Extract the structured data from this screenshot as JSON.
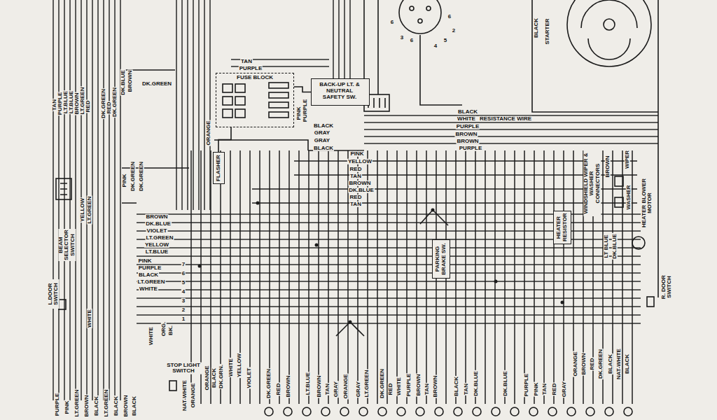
{
  "diagram": {
    "nodes": [
      {
        "text": [
          "FUSE BLOCK"
        ]
      },
      {
        "text": [
          "FLASHER"
        ]
      },
      {
        "text": [
          "BACK-UP LT. & NEUTRAL SAFETY SW."
        ]
      },
      {
        "text": [
          "HEATER RESISTOR"
        ]
      },
      {
        "text": [
          "PARKING BRAKE SW."
        ]
      }
    ],
    "edges": [
      {
        "from": 0,
        "to": 1,
        "arrow": "none"
      },
      {
        "from": 0,
        "to": 2,
        "arrow": "none"
      }
    ],
    "labels": [
      "TAN",
      "PURPLE",
      "DK.GREEN",
      "DK.BLUE",
      "BROWN",
      "TAN",
      "PURPLE",
      "LT.BLUE",
      "LT.BLUE",
      "BROWN",
      "LT.GREEN",
      "RED",
      "DK.GREEN",
      "RED",
      "DK.GREEN",
      "PINK",
      "PURPLE",
      "ORANGE",
      "BLACK",
      "WHITE",
      "RESISTANCE WIRE",
      "PURPLE",
      "BROWN",
      "BROWN",
      "PURPLE",
      "BLACK",
      "GRAY",
      "GRAY",
      "BLACK",
      "PINK",
      "YELLOW",
      "RED",
      "TAN",
      "BROWN",
      "DK.BLUE",
      "RED",
      "TAN",
      "BLACK",
      "STARTER",
      "6",
      "6",
      "5",
      "6",
      "3",
      "4",
      "2",
      "PINK",
      "DK.GREEN",
      "DK.GREEN",
      "YELLOW",
      "LT.GREEN",
      "BEAM SELECTOR SWITCH",
      "BROWN",
      "DK.BLUE",
      "VIOLET",
      "LT.GREEN",
      "YELLOW",
      "LT.BLUE",
      "PINK",
      "PURPLE",
      "BLACK",
      "LT.GREEN",
      "WHITE",
      "7",
      "6",
      "5",
      "4",
      "3",
      "2",
      "1",
      "L.DOOR SWITCH",
      "WHITE",
      "WHITE",
      "ORG.",
      "BK.",
      "STOP LIGHT SWITCH",
      "WINDSHIELD WIPER & WASHER CONNECTORS",
      "BROWN",
      "WIPER",
      "WASHER",
      "HEATER BLOWER MOTOR",
      "LT BLUE",
      "DK.BLUE",
      "R. DOOR SWITCH",
      "NAT-WHITE",
      "ORANGE",
      "ORANGE",
      "BLACK",
      "DK.GRN.",
      "WHITE",
      "YELLOW",
      "VIOLET",
      "DK.GREEN",
      "RED",
      "BROWN",
      "LT.BLUE",
      "BROWN",
      "TAN",
      "GRAY",
      "ORANGE",
      "GRAY",
      "LT.GREEN",
      "DK.GREEN",
      "RED",
      "WHITE",
      "PURPLE",
      "BROWN",
      "TAN",
      "BROWN",
      "BLACK",
      "TAN",
      "DK.BLUE",
      "DK.BLUE",
      "PURPLE",
      "PINK",
      "TAN",
      "RED",
      "GRAY",
      "ORANGE",
      "BROWN",
      "RED",
      "DK.GREEN",
      "BLACK",
      "NAT-WHITE",
      "BLACK",
      "PURPLE",
      "PINK",
      "LT.GREEN",
      "BROWN",
      "BLACK",
      "LT.GREEN",
      "BLACK",
      "BROWN",
      "BLACK"
    ]
  }
}
